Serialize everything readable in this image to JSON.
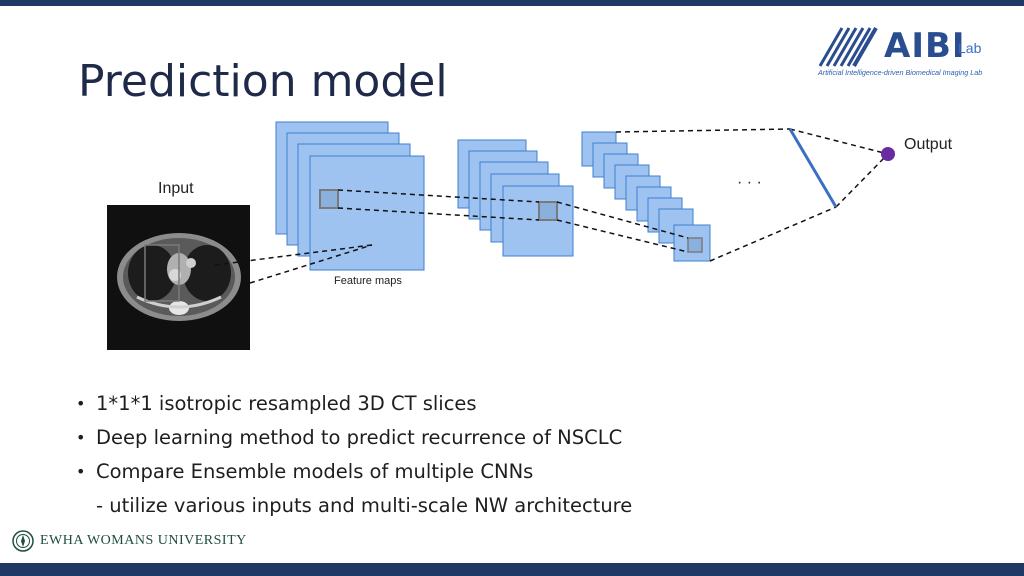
{
  "slide": {
    "title": "Prediction model",
    "logo": {
      "name": "AIBI",
      "suffix": "Lab",
      "tagline": "Artificial Intelligence-driven Biomedical Imaging Lab"
    },
    "diagram": {
      "input_label": "Input",
      "feature_maps_label": "Feature maps",
      "ellipsis": "· · ·",
      "output_label": "Output"
    },
    "bullets": [
      "1*1*1 isotropic resampled 3D CT slices",
      "Deep learning method to predict recurrence of NSCLC",
      "Compare Ensemble models of multiple CNNs"
    ],
    "sub_bullet": "- utilize various inputs and multi-scale NW architecture",
    "footer": "EWHA WOMANS UNIVERSITY",
    "colors": {
      "bar": "#1f3864",
      "box_fill": "#9ec3f0",
      "box_stroke": "#3f7fcf",
      "output_node": "#6a2aa0",
      "footer_green": "#1f4e3d"
    }
  }
}
